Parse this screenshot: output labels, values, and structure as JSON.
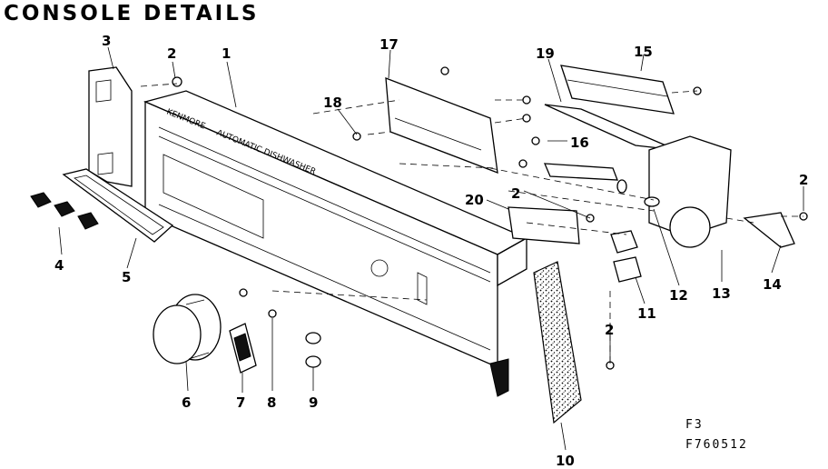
{
  "title": "CONSOLE DETAILS",
  "panel": {
    "brand_text": "KENMORE",
    "subtitle_text": "AUTOMATIC DISHWASHER"
  },
  "callouts": [
    {
      "id": "c1",
      "label": "1"
    },
    {
      "id": "c2a",
      "label": "2"
    },
    {
      "id": "c2b",
      "label": "2"
    },
    {
      "id": "c2c",
      "label": "2"
    },
    {
      "id": "c2d",
      "label": "2"
    },
    {
      "id": "c3",
      "label": "3"
    },
    {
      "id": "c4",
      "label": "4"
    },
    {
      "id": "c5",
      "label": "5"
    },
    {
      "id": "c6",
      "label": "6"
    },
    {
      "id": "c7",
      "label": "7"
    },
    {
      "id": "c8",
      "label": "8"
    },
    {
      "id": "c9",
      "label": "9"
    },
    {
      "id": "c10",
      "label": "10"
    },
    {
      "id": "c11",
      "label": "11"
    },
    {
      "id": "c12",
      "label": "12"
    },
    {
      "id": "c13",
      "label": "13"
    },
    {
      "id": "c14",
      "label": "14"
    },
    {
      "id": "c15",
      "label": "15"
    },
    {
      "id": "c16",
      "label": "16"
    },
    {
      "id": "c17",
      "label": "17"
    },
    {
      "id": "c18",
      "label": "18"
    },
    {
      "id": "c19",
      "label": "19"
    },
    {
      "id": "c20",
      "label": "20"
    }
  ],
  "figure_code": {
    "line1": "F3",
    "line2": "F760512"
  }
}
